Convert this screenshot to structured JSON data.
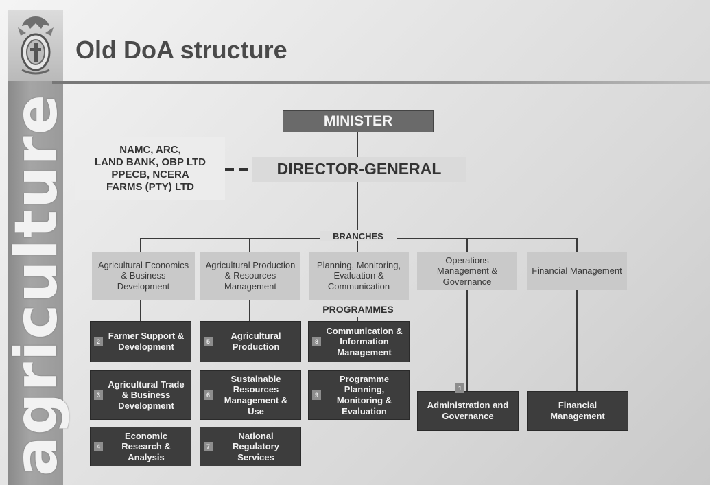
{
  "title": "Old DoA structure",
  "side_word": "agriculture",
  "logo_icon": "coat-of-arms-icon",
  "minister": "MINISTER",
  "director_general": "DIRECTOR-GENERAL",
  "entities": [
    "NAMC, ARC,",
    "LAND BANK, OBP LTD",
    "PPECB, NCERA",
    "FARMS (PTY) LTD"
  ],
  "branches_label": "BRANCHES",
  "programmes_label": "PROGRAMMES",
  "branches": [
    {
      "label": "Agricultural Economics & Business Development"
    },
    {
      "label": "Agricultural Production & Resources Management"
    },
    {
      "label": "Planning, Monitoring, Evaluation & Communication"
    },
    {
      "label": "Operations Management & Governance"
    },
    {
      "label": "Financial Management"
    }
  ],
  "programmes": [
    {
      "num": "2",
      "label": "Farmer Support & Development"
    },
    {
      "num": "3",
      "label": "Agricultural Trade & Business Development"
    },
    {
      "num": "4",
      "label": "Economic Research & Analysis"
    },
    {
      "num": "5",
      "label": "Agricultural Production"
    },
    {
      "num": "6",
      "label": "Sustainable Resources Management & Use"
    },
    {
      "num": "7",
      "label": "National Regulatory Services"
    },
    {
      "num": "8",
      "label": "Communication & Information Management"
    },
    {
      "num": "9",
      "label": "Programme Planning, Monitoring & Evaluation"
    },
    {
      "num": "1",
      "label": "Administration and Governance"
    },
    {
      "num": "",
      "label": "Financial Management"
    }
  ]
}
